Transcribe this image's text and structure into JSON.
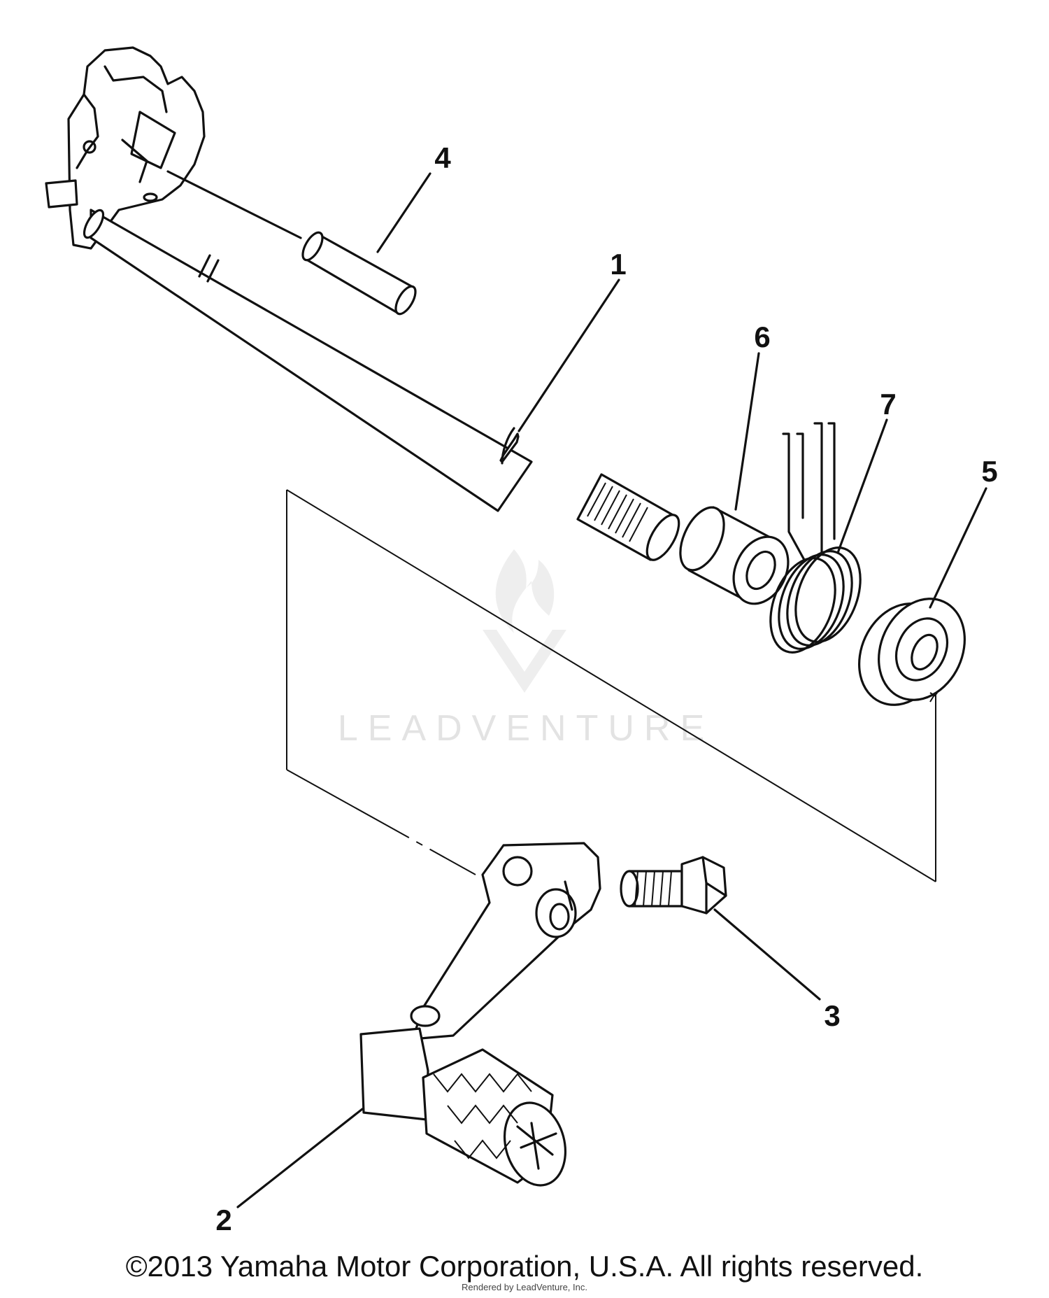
{
  "diagram": {
    "callouts": [
      {
        "id": "callout-1",
        "label": "1"
      },
      {
        "id": "callout-2",
        "label": "2"
      },
      {
        "id": "callout-3",
        "label": "3"
      },
      {
        "id": "callout-4",
        "label": "4"
      },
      {
        "id": "callout-5",
        "label": "5"
      },
      {
        "id": "callout-6",
        "label": "6"
      },
      {
        "id": "callout-7",
        "label": "7"
      }
    ],
    "watermark": "LEADVENTURE",
    "copyright": "©2013 Yamaha Motor Corporation, U.S.A. All rights reserved.",
    "rendered_by": "Rendered by LeadVenture, Inc."
  },
  "colors": {
    "ink": "#111111",
    "watermark": "#e3e3e3",
    "background": "#ffffff"
  }
}
